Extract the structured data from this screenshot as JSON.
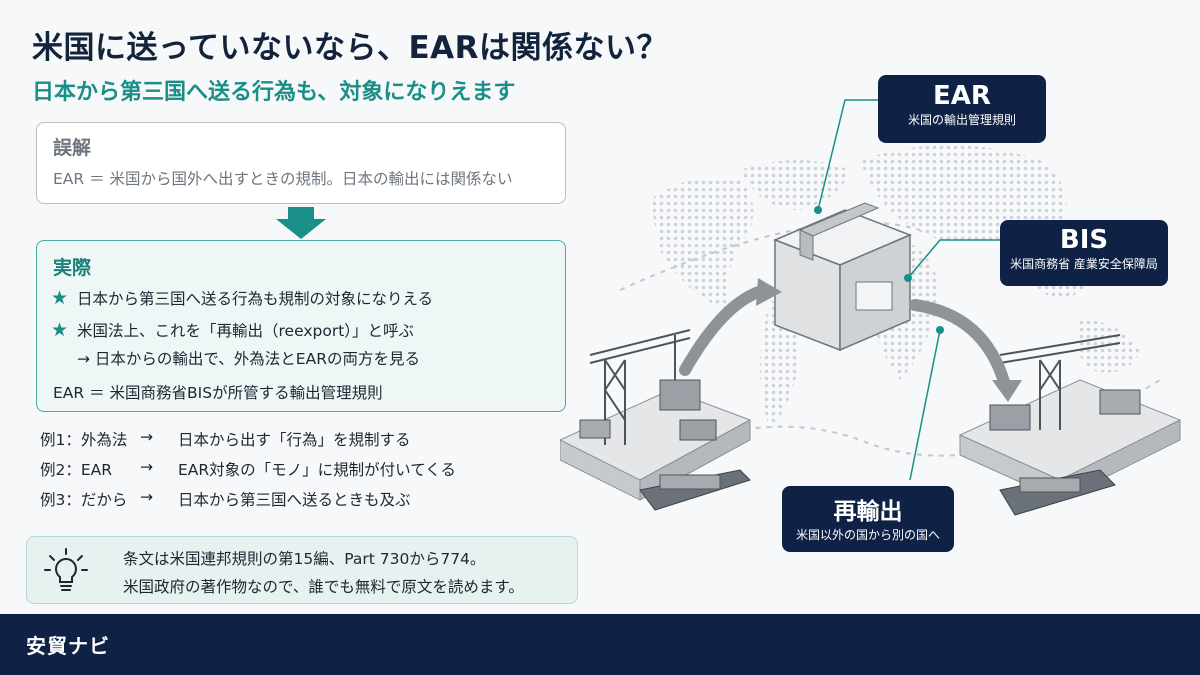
{
  "title": "米国に送っていないなら、EARは関係ない？",
  "subtitle": "日本から第三国へ送る行為も、対象になりえます",
  "misconception": {
    "heading": "誤解",
    "text": "EAR ＝ 米国から国外へ出すときの規制。日本の輸出には関係ない"
  },
  "reality": {
    "heading": "実際",
    "point1": "日本から第三国へ送る行為も規制の対象になりえる",
    "point2": "米国法上、これを「再輸出（reexport）」と呼ぶ",
    "point2_sub": "→ 日本からの輸出で、外為法とEARの両方を見る",
    "definition": "EAR ＝ 米国商務省BISが所管する輸出管理規則"
  },
  "examples": [
    {
      "label": "例1：外為法",
      "arrow": "→",
      "text": "日本から出す「行為」を規制する"
    },
    {
      "label": "例2：EAR",
      "arrow": "→",
      "text": "EAR対象の「モノ」に規制が付いてくる"
    },
    {
      "label": "例3：だから",
      "arrow": "→",
      "text": "日本から第三国へ送るときも及ぶ"
    }
  ],
  "note": {
    "line1": "条文は米国連邦規則の第15編、Part 730から774。",
    "line2": "米国政府の著作物なので、誰でも無料で原文を読めます。"
  },
  "labels": {
    "ear": {
      "title": "EAR",
      "sub": "米国の輸出管理規則"
    },
    "bis": {
      "title": "BIS",
      "sub": "米国商務省 産業安全保障局"
    },
    "reexport": {
      "title": "再輸出",
      "sub": "米国以外の国から別の国へ"
    }
  },
  "footer": {
    "brand": "安貿ナビ"
  },
  "colors": {
    "navy": "#0f2245",
    "teal": "#1a8e88",
    "accent_box": "#eef7f6"
  }
}
